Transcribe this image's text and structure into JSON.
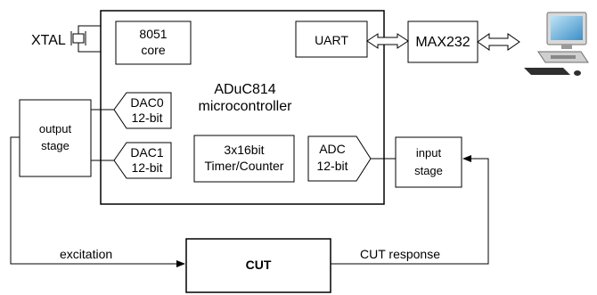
{
  "blocks": {
    "xtal": "XTAL",
    "core_line1": "8051",
    "core_line2": "core",
    "uart": "UART",
    "max232": "MAX232",
    "mcu_line1": "ADuC814",
    "mcu_line2": "microcontroller",
    "dac0_line1": "DAC0",
    "dac0_line2": "12-bit",
    "dac1_line1": "DAC1",
    "dac1_line2": "12-bit",
    "timer_line1": "3x16bit",
    "timer_line2": "Timer/Counter",
    "adc_line1": "ADC",
    "adc_line2": "12-bit",
    "output_line1": "output",
    "output_line2": "stage",
    "input_line1": "input",
    "input_line2": "stage",
    "cut": "CUT"
  },
  "signals": {
    "excitation": "excitation",
    "cut_response": "CUT response"
  },
  "icons": {
    "computer": "desktop-computer-icon",
    "crystal": "crystal-oscillator-icon"
  }
}
